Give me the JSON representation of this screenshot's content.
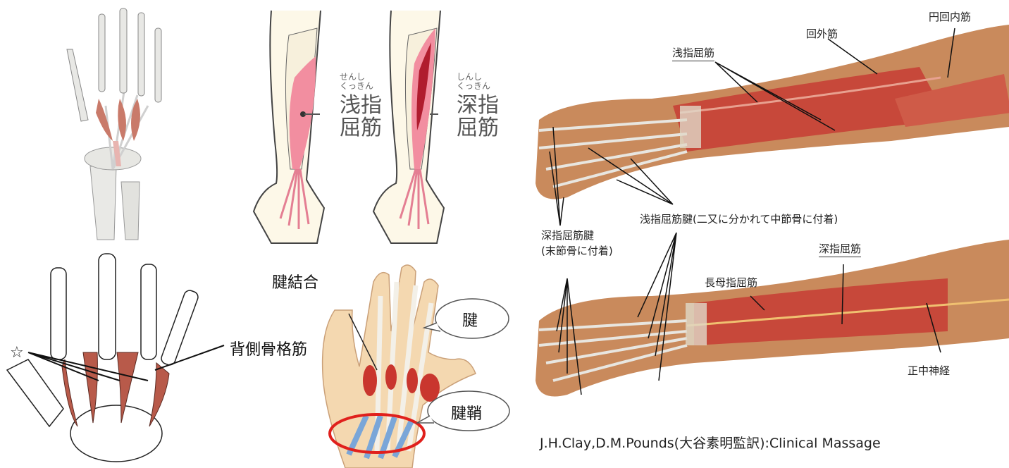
{
  "top_left": {},
  "top_middle": {
    "left_ruby": "せんし\nくっきん",
    "left_label_1": "浅指",
    "left_label_2": "屈筋",
    "right_ruby": "しんし\nくっきん",
    "right_label_1": "深指",
    "right_label_2": "屈筋"
  },
  "bottom_left": {
    "star": "☆",
    "label": "背側骨格筋"
  },
  "bottom_middle": {
    "junction_label": "腱結合",
    "tendon_bubble": "腱",
    "sheath_bubble": "腱鞘"
  },
  "right_panel": {
    "supinator": "回外筋",
    "pronator_teres": "円回内筋",
    "fds": "浅指屈筋",
    "fds_tendon": "浅指屈筋腱(二又に分かれて中節骨に付着)",
    "fdp_tendon_1": "深指屈筋腱",
    "fdp_tendon_2": "(末節骨に付着)",
    "fdp": "深指屈筋",
    "fpl": "長母指屈筋",
    "median_nerve": "正中神経"
  },
  "citation": "J.H.Clay,D.M.Pounds(大谷素明監訳):Clinical Massage"
}
